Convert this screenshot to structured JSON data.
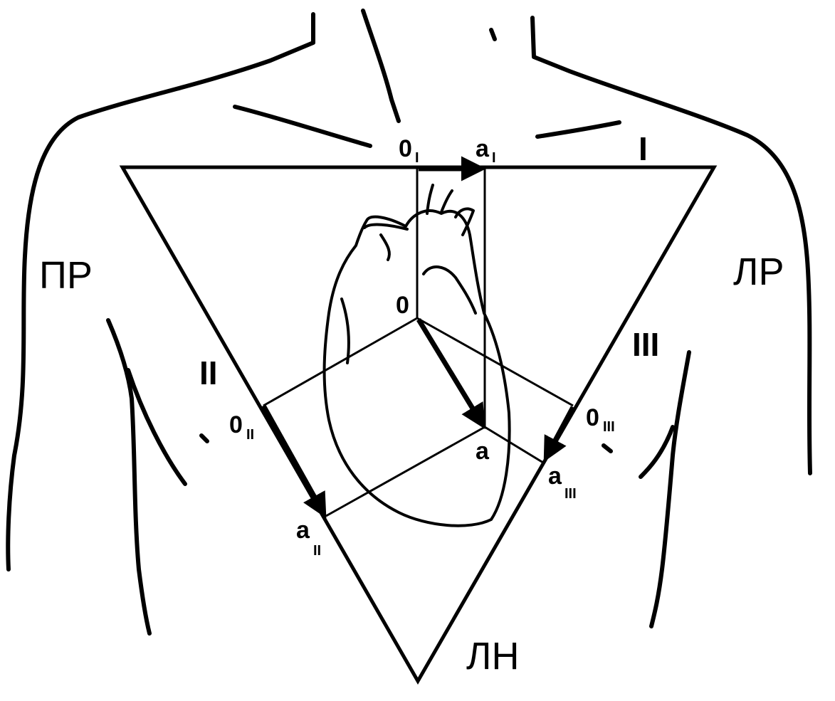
{
  "corners": {
    "right_arm": "ПР",
    "left_arm": "ЛР",
    "left_leg": "ЛН"
  },
  "leads": {
    "lead_1": "I",
    "lead_2": "II",
    "lead_3": "III"
  },
  "points": {
    "center": "0",
    "vector_end": "a",
    "o_lead1": "0",
    "o_lead1_sub": "I",
    "a_lead1": "a",
    "a_lead1_sub": "I",
    "o_lead2": "0",
    "o_lead2_sub": "II",
    "a_lead2": "a",
    "a_lead2_sub": "II",
    "o_lead3": "0",
    "o_lead3_sub": "III",
    "a_lead3": "a",
    "a_lead3_sub": "III"
  }
}
